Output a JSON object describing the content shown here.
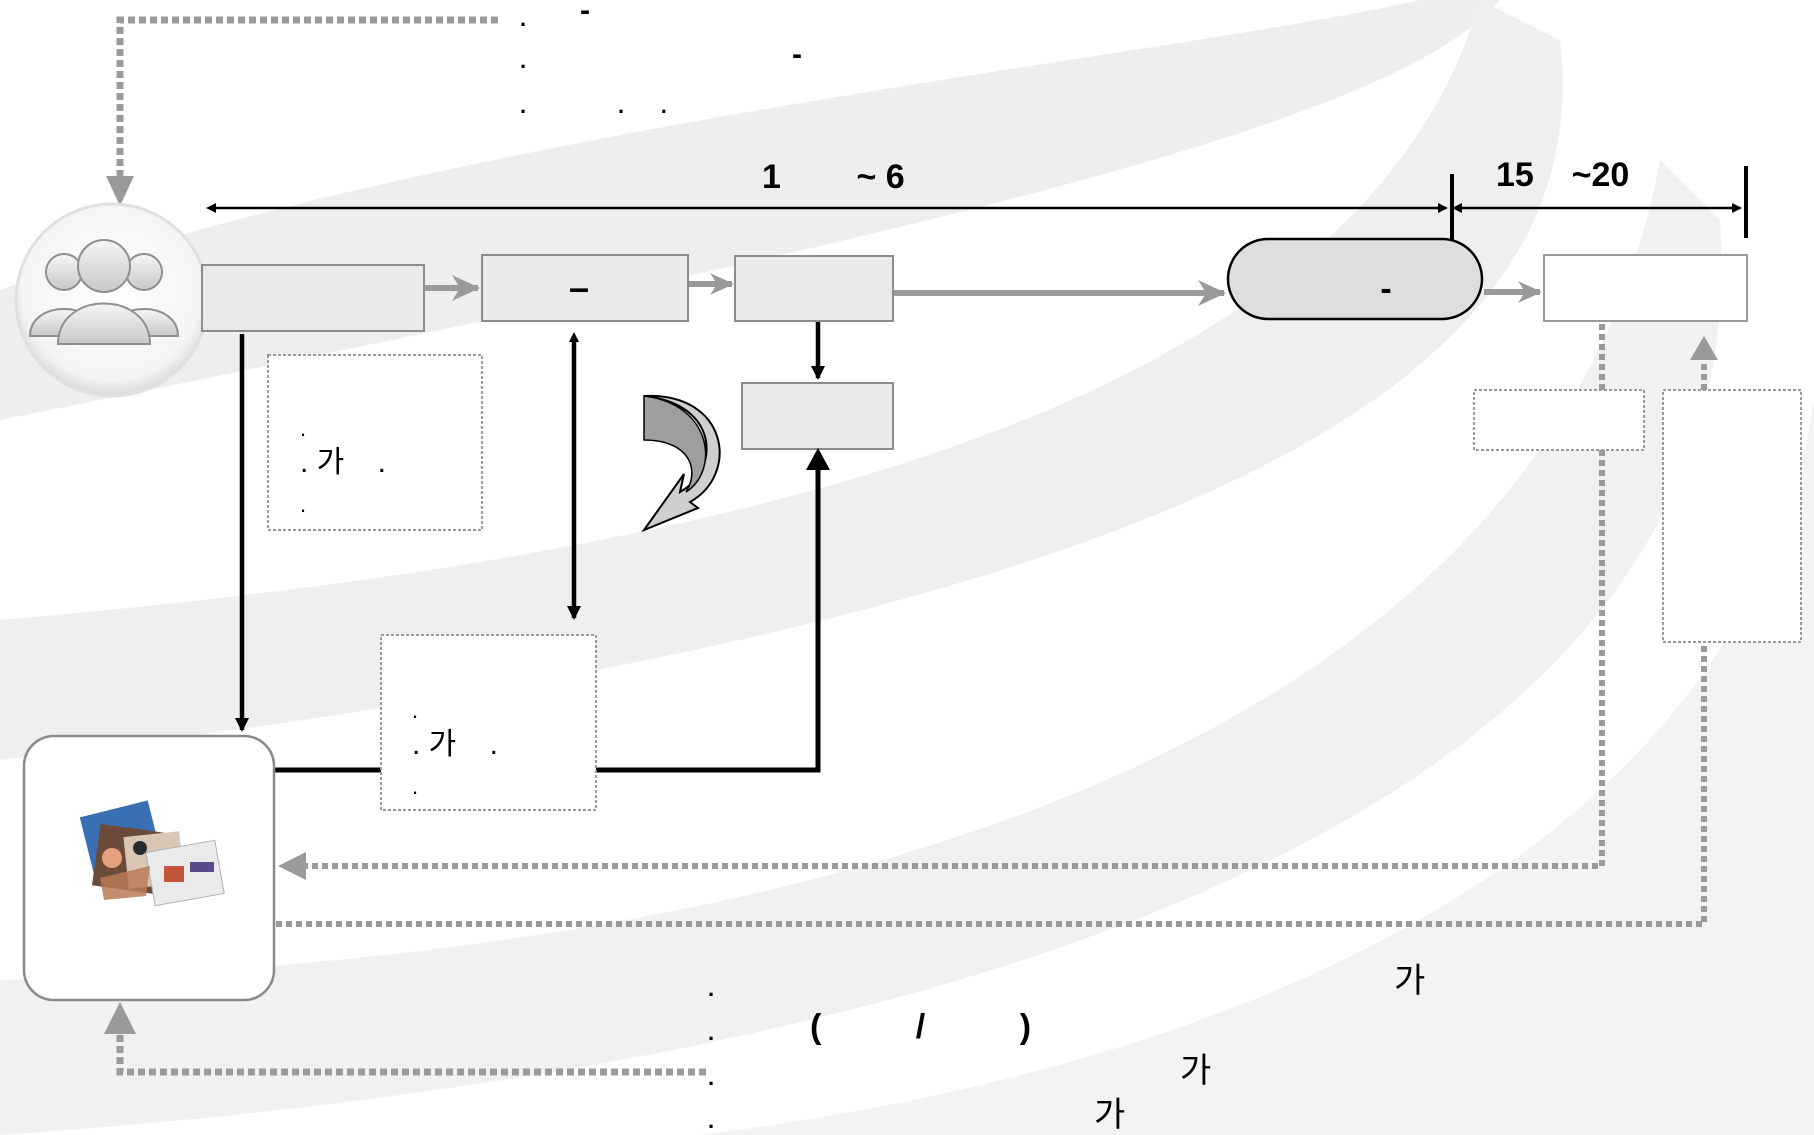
{
  "top_note": {
    "lines": [
      {
        "bullet": ".",
        "text": "-"
      },
      {
        "bullet": ".",
        "text": "-"
      },
      {
        "bullet": ".",
        "text": ".      ."
      }
    ]
  },
  "timeline": {
    "phase1_label": "1        ~ 6",
    "phase2_label": "15    ~20"
  },
  "process": {
    "box1_label": "",
    "box2_label": "–",
    "box3_label": "",
    "box4_label": "",
    "pill_label": "-",
    "final_box_label": ""
  },
  "note_left": {
    "lines": [
      ".",
      ". 가    .",
      "."
    ]
  },
  "note_mid": {
    "lines": [
      ".",
      ". 가    .",
      "."
    ]
  },
  "bottom_note": {
    "lines": [
      {
        "bullet": ".",
        "text": "가"
      },
      {
        "bullet": ".",
        "text": "(          /          )"
      },
      {
        "bullet": ".",
        "text": "가"
      },
      {
        "bullet": ".",
        "text": "가"
      }
    ]
  },
  "icons": {
    "users": "users-group-icon",
    "brochure": "brochure-collage-icon",
    "curved_arrow": "curved-arrow-icon"
  },
  "colors": {
    "box_fill": "#e9e9e9",
    "box_stroke": "#8c8c8c",
    "arrow_gray": "#9a9a9a",
    "swirl": "#eeeeee"
  }
}
